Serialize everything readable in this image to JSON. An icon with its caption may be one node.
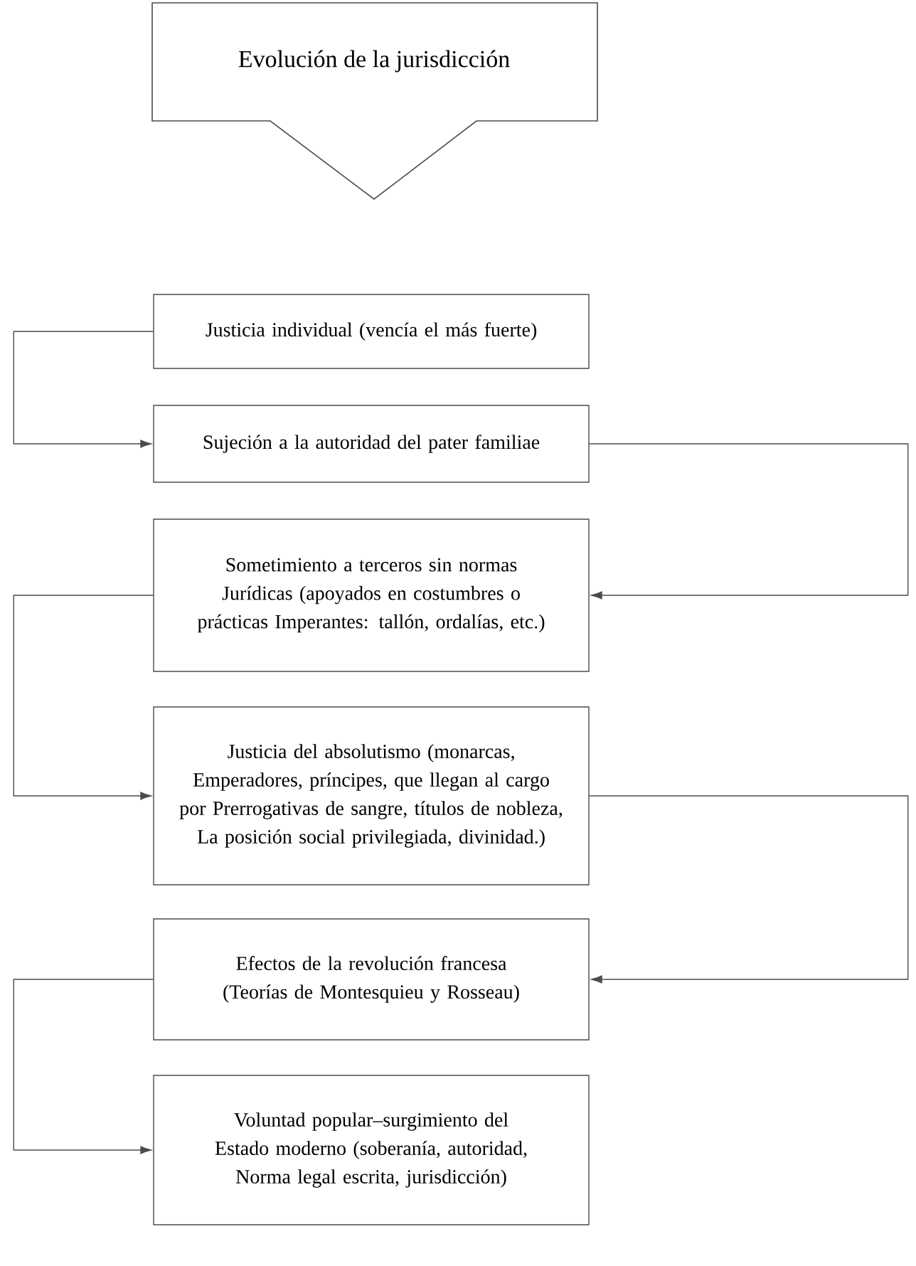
{
  "diagram": {
    "nodes": [
      {
        "text": [
          "Evolución de la jurisdicción"
        ]
      },
      {
        "text": [
          "Justicia individual (vencía el más fuerte)"
        ]
      },
      {
        "text": [
          "Sujeción a la autoridad del pater familiae"
        ]
      },
      {
        "text": [
          "Sometimiento a terceros sin normas Jurídicas (apoyados en costumbres o prácticas Imperantes: tallón, ordalías, etc.)"
        ]
      },
      {
        "text": [
          "Justicia del absolutismo (monarcas, Emperadores, príncipes, que llegan al cargo por Prerrogativas de sangre, títulos de nobleza, La posición social privilegiada, divinidad.)"
        ]
      },
      {
        "text": [
          "Efectos de la revolución francesa (Teorías de Montesquieu y Rosseau)"
        ]
      },
      {
        "text": [
          "Voluntad popular–surgimiento del Estado moderno (soberanía, autoridad, Norma legal escrita, jurisdicción)"
        ]
      }
    ],
    "edges": [
      {
        "from": 1,
        "to": 2,
        "arrow": "to"
      },
      {
        "from": 2,
        "to": 3,
        "arrow": "to"
      },
      {
        "from": 3,
        "to": 4,
        "arrow": "to"
      },
      {
        "from": 4,
        "to": 5,
        "arrow": "to"
      },
      {
        "from": 5,
        "to": 6,
        "arrow": "to"
      }
    ]
  }
}
